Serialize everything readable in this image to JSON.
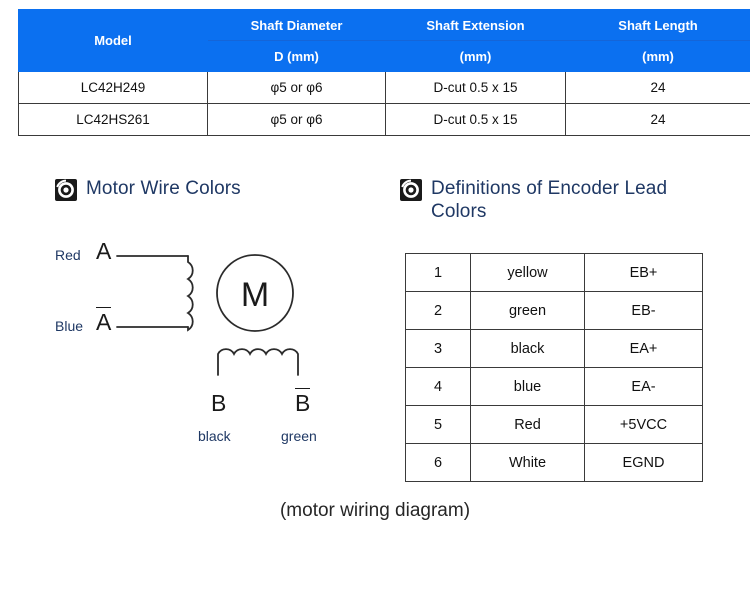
{
  "spec_table": {
    "headers_top": [
      "Model",
      "Shaft Diameter",
      "Shaft Extension",
      "Shaft Length"
    ],
    "headers_sub": [
      "D (mm)",
      "(mm)",
      "(mm)"
    ],
    "header_bg": "#0B70F0",
    "header_text_color": "#ffffff",
    "rows": [
      {
        "model": "LC42H249",
        "diameter": "φ5 or φ6",
        "extension": "D-cut 0.5 x 15",
        "length": "24"
      },
      {
        "model": "LC42HS261",
        "diameter": "φ5 or φ6",
        "extension": "D-cut 0.5 x 15",
        "length": "24"
      }
    ]
  },
  "motor_section": {
    "icon": "target-ring-icon",
    "title": "Motor Wire Colors",
    "title_color": "#1F3864",
    "diagram": {
      "phase_a": {
        "top_wire_color_label": "Red",
        "top_terminal": "A",
        "bottom_wire_color_label": "Blue",
        "bottom_terminal": "A",
        "bottom_terminal_has_overbar": true,
        "coil_bumps": 4
      },
      "motor_symbol": "M",
      "phase_b": {
        "left_terminal": "B",
        "right_terminal": "B",
        "right_terminal_has_overbar": true,
        "left_wire_color_label": "black",
        "right_wire_color_label": "green",
        "coil_bumps": 5
      }
    }
  },
  "encoder_section": {
    "icon": "target-ring-icon",
    "title": "Definitions of Encoder Lead Colors",
    "title_color": "#1F3864",
    "rows": [
      {
        "pin": "1",
        "color": "yellow",
        "signal": "EB+"
      },
      {
        "pin": "2",
        "color": "green",
        "signal": "EB-"
      },
      {
        "pin": "3",
        "color": "black",
        "signal": "EA+"
      },
      {
        "pin": "4",
        "color": "blue",
        "signal": "EA-"
      },
      {
        "pin": "5",
        "color": "Red",
        "signal": "+5VCC"
      },
      {
        "pin": "6",
        "color": "White",
        "signal": "EGND"
      }
    ]
  },
  "caption": "(motor wiring diagram)"
}
